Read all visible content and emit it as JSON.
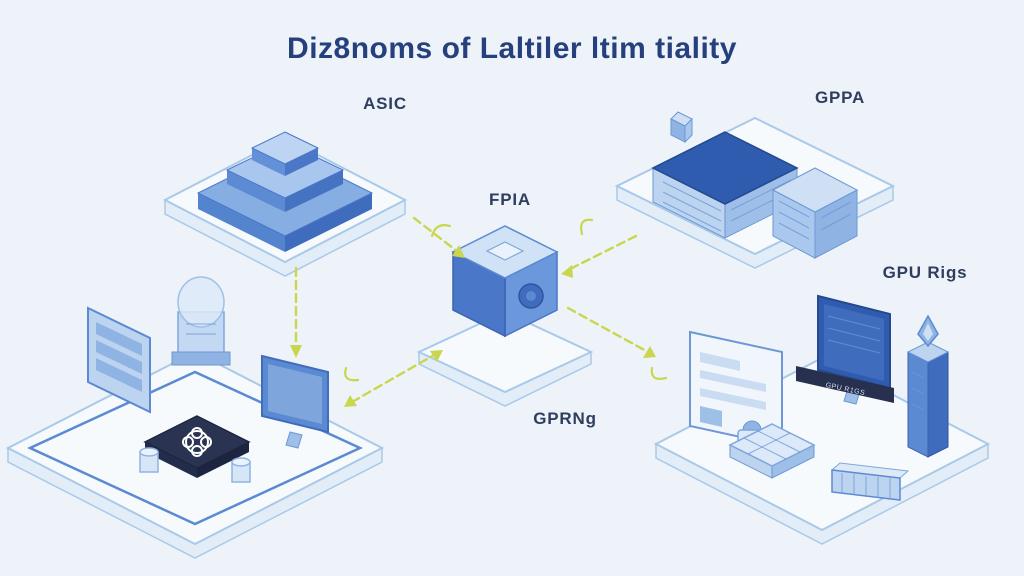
{
  "title": "Diz8noms of Laltiler ltim tiality",
  "labels": {
    "asic": "ASIC",
    "gppa": "GPPA",
    "fpia": "FPIA",
    "gpu_rigs": "GPU Rigs",
    "gprng": "GPRNg",
    "screen_text": "GPU R1GS"
  },
  "colors": {
    "background": "#edf3f9",
    "title": "#26407d",
    "label": "#2f3e5e",
    "platform_fill": "#f6fafd",
    "platform_stroke": "#a9c9e8",
    "blue_dark": "#3f6cbc",
    "blue_mid": "#5b8ad2",
    "blue_light": "#bcd4f0",
    "arrow": "#c9d64e",
    "chip_dark": "#2a3352"
  }
}
